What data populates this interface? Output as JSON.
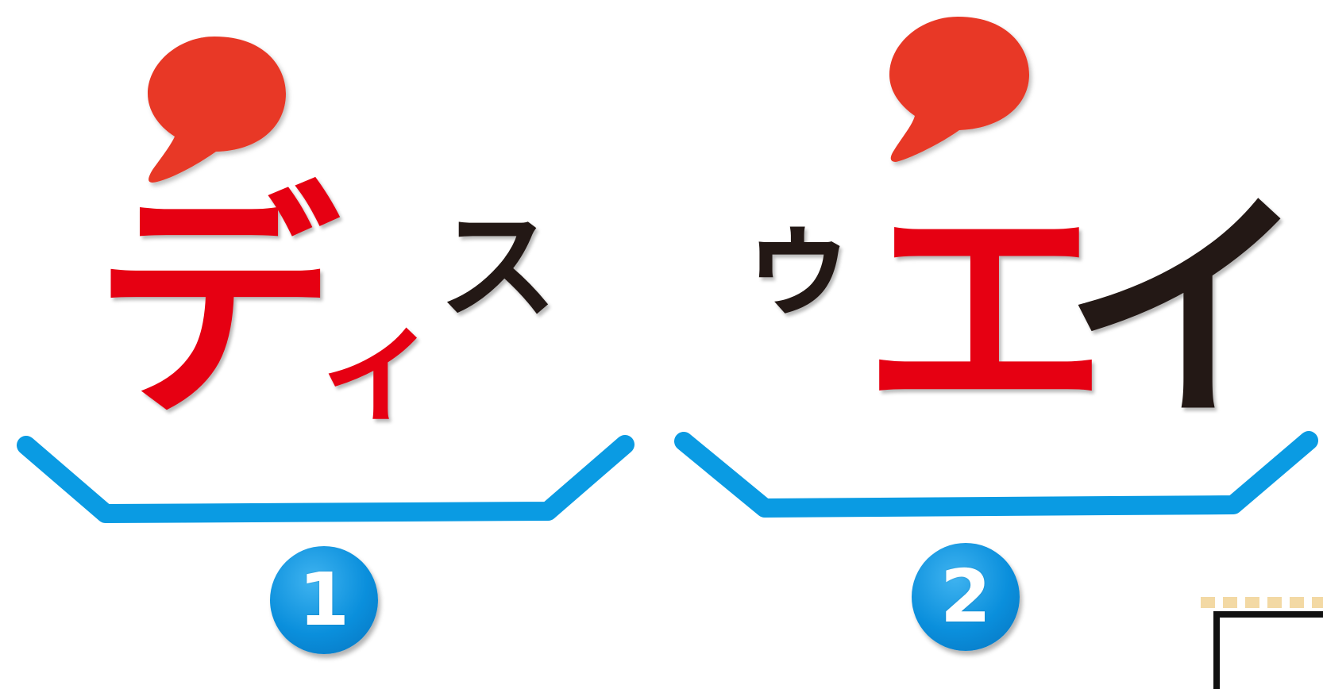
{
  "colors": {
    "red": "#e60012",
    "black": "#231815",
    "blue": "#0a9be3",
    "bubble": "#e83828"
  },
  "groups": [
    {
      "id": "1",
      "number": "1",
      "kana": [
        {
          "char": "デ",
          "size": "large",
          "color": "red"
        },
        {
          "char": "ィ",
          "size": "small",
          "color": "red"
        },
        {
          "char": "ス",
          "size": "small",
          "color": "black"
        }
      ]
    },
    {
      "id": "2",
      "number": "2",
      "kana": [
        {
          "char": "ゥ",
          "size": "small",
          "color": "black"
        },
        {
          "char": "エ",
          "size": "large",
          "color": "red"
        },
        {
          "char": "イ",
          "size": "large",
          "color": "black"
        }
      ]
    }
  ],
  "icons": [
    "speech-bubble-icon",
    "bracket",
    "number-badge"
  ]
}
